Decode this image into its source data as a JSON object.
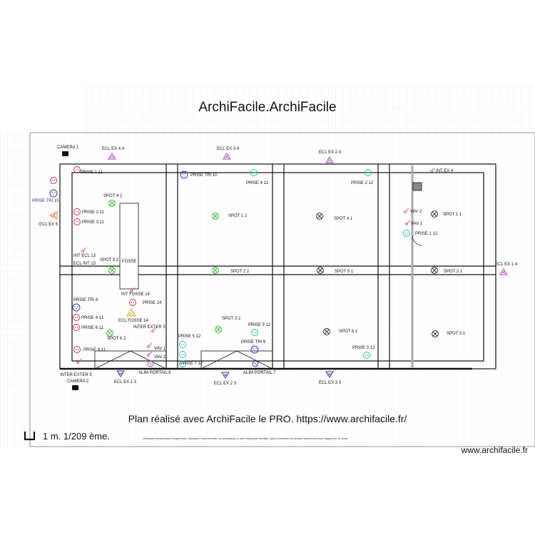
{
  "title": "ArchiFacile.ArchiFacile",
  "footer": "Plan réalisé avec ArchiFacile le PRO. https://www.archifacile.fr/",
  "scale_text": "1 m. 1/209 ème.",
  "disclaimer": "Utilisation personnelle uniquement. Utilisation commerciale ou soumission à une entreprise interdite. Merci d'acheter la version supérieure pour supprimer ce texte.",
  "brand": "www.archifacile.fr",
  "colors": {
    "wall": "#111111",
    "grid": "#e4e4e4",
    "spot": "#2bb52b",
    "prise": "#cc2255",
    "prise_tri": "#2a2aa0",
    "ecl_ex": "#9b3ea6",
    "interrupteur": "#d0208c",
    "cyan_prise": "#22b8b8",
    "orange_ecl": "#e06a30",
    "fosse_icon": "#d8a000"
  },
  "labels": {
    "camera1": "CAMERA 1",
    "camera2": "CAMERA 2",
    "eclex44": "ECL EX 4 4",
    "eclex34": "ECL EX 3 4",
    "eclex24": "ECL EX 2 4",
    "intex4": "INT EX 4",
    "prise111": "PRISE 1 11",
    "prisetri10": "PRISE TRI 10",
    "prise412": "PRISE 4 12",
    "prise212": "PRISE 2 12",
    "prisetri15": "PRISE TRI 15",
    "eclex5": "ECL EX 5",
    "spot42": "SPOT 4 2",
    "prise211": "PRISE 2 11",
    "prise311": "PRISE 3 11",
    "spot12": "SPOT 1 2",
    "spot41": "SPOT 4 1",
    "vav2": "VAV 2",
    "spot11": "SPOT 1 1",
    "vav1": "VAV 1",
    "prise112": "PRISE 1 12",
    "intecl13": "INT ECL 13",
    "eclint13": "ECL INT 13",
    "spot52": "SPOT 5 2",
    "fosse": "FOSSE",
    "spot22": "SPOT 2 2",
    "spot51": "SPOT 5 1",
    "spot21": "SPOT 2 1",
    "eclex14": "ECL EX 1 4",
    "intfosse14": "INT FOSSE 14",
    "prisetri8": "PRISE TRI 8",
    "prise14": "PRISE 14",
    "prise411": "PRISE 4 11",
    "eclfosse14": "ECL FOSSE 14",
    "prise611": "PRISE 6 11",
    "spot32": "SPOT 3 2",
    "prise512": "PRISE 5 12",
    "prise512b": "PRISE 5 12",
    "spot61": "SPOT 6 1",
    "spot31": "SPOT 3 1",
    "interexter3": "INTER EXTER 3",
    "spot62": "SPOT 6 2",
    "prisetri9": "PRISE TRI 9",
    "prise511": "PRISE 5 11",
    "vav1b": "VAV 1",
    "vav2b": "VAV 2",
    "prise312": "PRISE 3 12",
    "prise712": "PRISE 7 12",
    "interexter5": "INTER EXTER 5",
    "alimportal6": "ALIM PORTAIL 6",
    "alimportal7": "ALIM PORTAIL 7",
    "eclex13": "ECL EX 1 3",
    "eclex23": "ECL EX 2 3",
    "eclex33": "ECL EX 3 3"
  }
}
